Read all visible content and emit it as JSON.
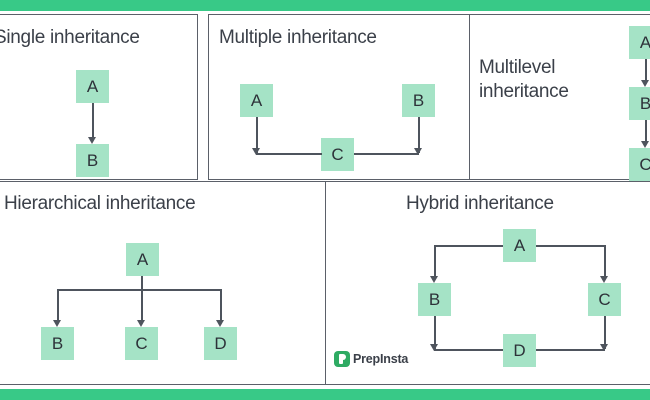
{
  "figure": {
    "accent_color": "#38c987",
    "node_color": "#a5e3c6",
    "line_color": "#4e545d",
    "text_color": "#3b4049"
  },
  "panels": {
    "single": {
      "title": "Single inheritance",
      "nodes": [
        {
          "label": "A"
        },
        {
          "label": "B"
        }
      ]
    },
    "multiple": {
      "title": "Multiple inheritance",
      "nodes": [
        {
          "label": "A"
        },
        {
          "label": "B"
        },
        {
          "label": "C"
        }
      ]
    },
    "multilevel": {
      "title": "Multilevel inheritance",
      "nodes": [
        {
          "label": "A"
        },
        {
          "label": "B"
        },
        {
          "label": "C"
        }
      ]
    },
    "hierarchical": {
      "title": "Hierarchical inheritance",
      "nodes": [
        {
          "label": "A"
        },
        {
          "label": "B"
        },
        {
          "label": "C"
        },
        {
          "label": "D"
        }
      ]
    },
    "hybrid": {
      "title": "Hybrid inheritance",
      "nodes": [
        {
          "label": "A"
        },
        {
          "label": "B"
        },
        {
          "label": "C"
        },
        {
          "label": "D"
        }
      ]
    }
  },
  "logo": {
    "text": "PrepInsta"
  }
}
